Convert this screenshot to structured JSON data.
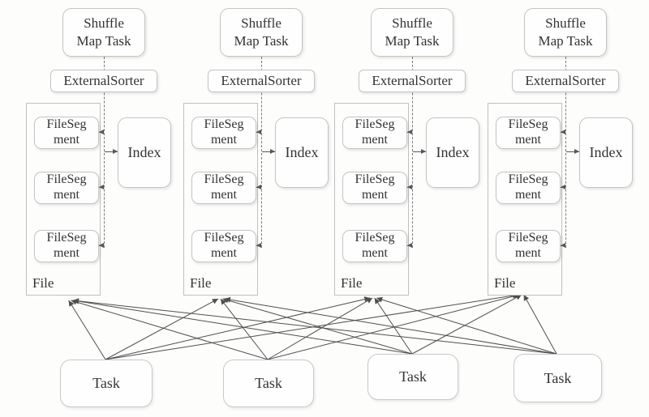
{
  "colors": {
    "box_border": "#c4c4c4",
    "box_fill": "#fefefe",
    "text": "#333333",
    "connector": "#4f4f4f"
  },
  "columns": [
    {
      "shuffle_map_task": "Shuffle\nMap Task",
      "external_sorter": "ExternalSorter",
      "segments": [
        "FileSeg\nment",
        "FileSeg\nment",
        "FileSeg\nment"
      ],
      "file": "File",
      "index": "Index"
    },
    {
      "shuffle_map_task": "Shuffle\nMap Task",
      "external_sorter": "ExternalSorter",
      "segments": [
        "FileSeg\nment",
        "FileSeg\nment",
        "FileSeg\nment"
      ],
      "file": "File",
      "index": "Index"
    },
    {
      "shuffle_map_task": "Shuffle\nMap Task",
      "external_sorter": "ExternalSorter",
      "segments": [
        "FileSeg\nment",
        "FileSeg\nment",
        "FileSeg\nment"
      ],
      "file": "File",
      "index": "Index"
    },
    {
      "shuffle_map_task": "Shuffle\nMap Task",
      "external_sorter": "ExternalSorter",
      "segments": [
        "FileSeg\nment",
        "FileSeg\nment",
        "FileSeg\nment"
      ],
      "file": "File",
      "index": "Index"
    }
  ],
  "tasks": [
    "Task",
    "Task",
    "Task",
    "Task"
  ]
}
